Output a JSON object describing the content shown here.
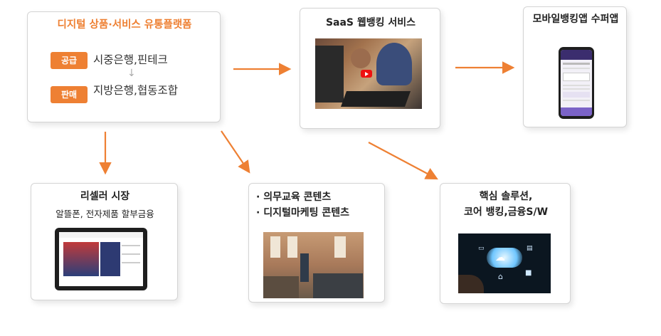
{
  "platform": {
    "title": "디지털 상품·서비스 유통플랫폼",
    "supply_tag": "공급",
    "supply_text": "시중은행,핀테크",
    "sell_tag": "판매",
    "sell_text": "지방은행,협동조합"
  },
  "saas": {
    "title": "SaaS 웹뱅킹 서비스"
  },
  "mobile": {
    "title": "모바일뱅킹앱 수퍼앱"
  },
  "reseller": {
    "title": "리셀러 시장",
    "subtitle": "알뜰폰, 전자제품 할부금융"
  },
  "content": {
    "line1": "· 의무교육 콘텐츠",
    "line2": "· 디지털마케팅 콘텐츠"
  },
  "core": {
    "line1": "핵심 솔루션,",
    "line2": "코어 뱅킹,금융S/W"
  },
  "colors": {
    "accent": "#ee8033",
    "border": "#d4d4d4"
  }
}
